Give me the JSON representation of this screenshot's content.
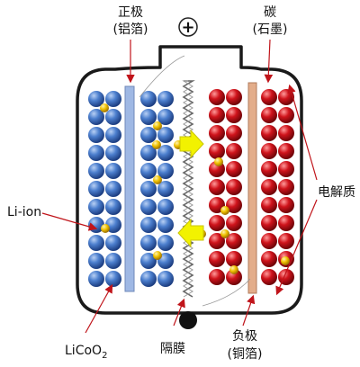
{
  "labels": {
    "cathode_collector": "正极",
    "cathode_collector_sub": "(铝箔)",
    "anode": "碳",
    "anode_sub": "(石墨)",
    "electrolyte": "电解质",
    "li_ion": "Li-ion",
    "cathode_material_main": "LiCoO",
    "cathode_material_sub": "2",
    "separator": "隔膜",
    "anode_collector": "负极",
    "anode_collector_sub": "(铜箔)",
    "positive_terminal": "+",
    "negative_terminal": "−"
  },
  "colors": {
    "cathode_ball": "#3a6fc0",
    "anode_ball": "#c8101a",
    "li_ion_ball": "#e8b300",
    "aluminum_foil": "#9fb8e4",
    "copper_foil": "#e3ad8a",
    "arrow": "#f2f200",
    "terminal_plus": "#d81418",
    "pointer_line": "#c0141a"
  },
  "icons": {
    "positive_terminal": "plus-in-circle",
    "negative_terminal": "minus-in-circle",
    "charge_arrow": "arrow-right",
    "discharge_arrow": "arrow-left"
  }
}
